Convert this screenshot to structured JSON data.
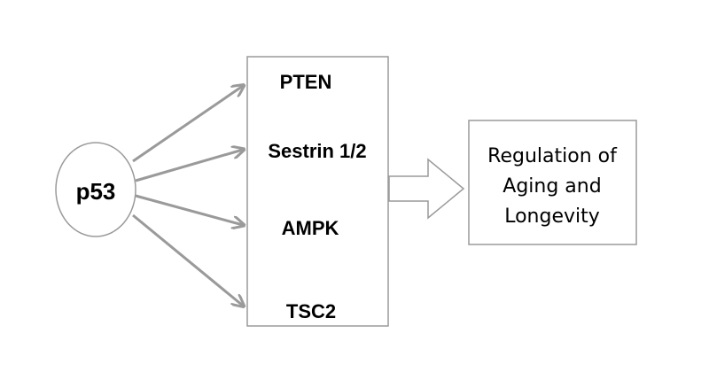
{
  "source_node": {
    "label": "p53"
  },
  "targets": [
    {
      "label": "PTEN"
    },
    {
      "label": "Sestrin 1/2"
    },
    {
      "label": "AMPK"
    },
    {
      "label": "TSC2"
    }
  ],
  "outcome": {
    "lines": [
      "Regulation of",
      "Aging and",
      "Longevity"
    ]
  },
  "colors": {
    "arrow": "#9a9a9a",
    "box_stroke": "#9a9a9a",
    "text": "#000000",
    "background": "#ffffff"
  }
}
